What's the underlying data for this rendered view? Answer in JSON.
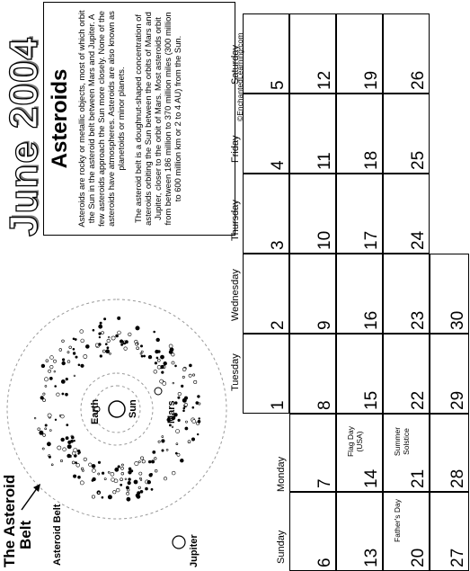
{
  "title": "June 2004",
  "info": {
    "heading": "Asteroids",
    "paragraph1": "Asteroids are rocky or metallic objects, most of which orbit the Sun in the asteroid belt between Mars and Jupiter. A few asteroids approach the Sun more closely. None of the asteroids have atmospheres. Asteroids are also known as planetoids or minor planets.",
    "paragraph2": "The asteroid belt is a doughnut-shaped concentration of asteroids orbiting the Sun between the orbits of Mars and Jupiter, closer to the orbit of Mars. Most asteroids orbit from between 186 million to 370 million miles (300 million to 600 million km or 2 to 4 AU) from the Sun."
  },
  "credit": "©EnchantedLearning.com",
  "diagram": {
    "title_line1": "The Asteroid",
    "title_line2": "Belt",
    "labels": {
      "asteroid_belt": "Asteroid Belt",
      "earth": "Earth",
      "sun": "Sun",
      "mars": "Mars",
      "jupiter": "Jupiter"
    }
  },
  "calendar": {
    "day_names": [
      "Sunday",
      "Monday",
      "Tuesday",
      "Wednesday",
      "Thursday",
      "Friday",
      "Saturday"
    ],
    "weeks": [
      [
        null,
        null,
        "1",
        "2",
        "3",
        "4",
        "5"
      ],
      [
        "6",
        "7",
        "8",
        "9",
        "10",
        "11",
        "12"
      ],
      [
        "13",
        "14",
        "15",
        "16",
        "17",
        "18",
        "19"
      ],
      [
        "20",
        "21",
        "22",
        "23",
        "24",
        "25",
        "26"
      ],
      [
        "27",
        "28",
        "29",
        "30",
        null,
        null,
        null
      ]
    ],
    "holidays": {
      "flag_day": "Flag Day (USA)",
      "summer_solstice": "Summer Solstice",
      "fathers_day": "Father's Day"
    }
  }
}
